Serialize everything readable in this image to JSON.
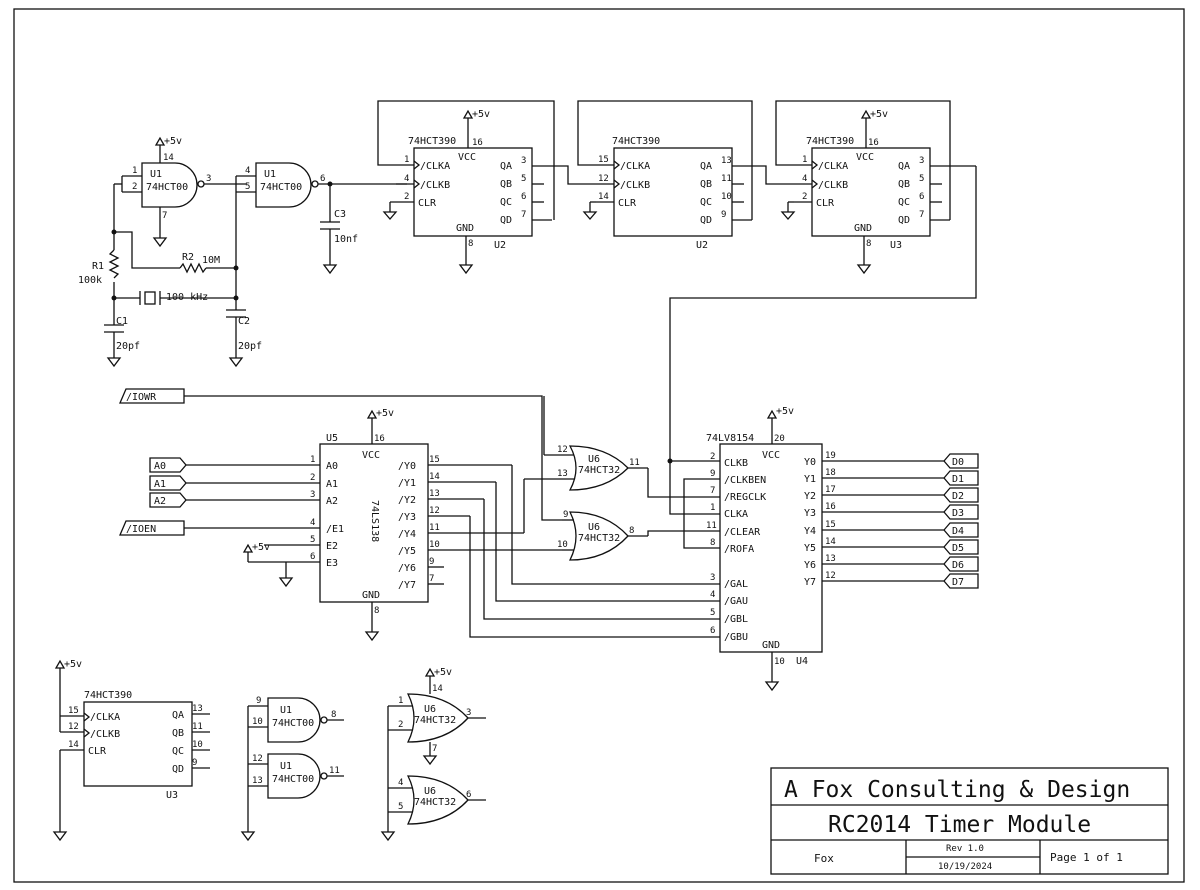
{
  "title_block": {
    "company": "A Fox Consulting & Design",
    "title": "RC2014 Timer Module",
    "author": "Fox",
    "rev": "Rev 1.0",
    "date": "10/19/2024",
    "page": "Page 1 of 1"
  },
  "power": {
    "vcc": "+5v"
  },
  "components": {
    "u1": {
      "ref": "U1",
      "part": "74HCT00"
    },
    "u2": {
      "ref": "U2",
      "part": "74HCT390"
    },
    "u3": {
      "ref": "U3",
      "part": "74HCT390"
    },
    "u4": {
      "ref": "U4",
      "part": "74LV8154"
    },
    "u5": {
      "ref": "U5",
      "part": "74LS138"
    },
    "u6": {
      "ref": "U6",
      "part": "74HCT32"
    },
    "r1": {
      "ref": "R1",
      "value": "100k"
    },
    "r2": {
      "ref": "R2",
      "value": "10M"
    },
    "c1": {
      "ref": "C1",
      "value": "20pf"
    },
    "c2": {
      "ref": "C2",
      "value": "20pf"
    },
    "c3": {
      "ref": "C3",
      "value": "10nf"
    },
    "x1": {
      "value": "100 kHz"
    }
  },
  "pins": {
    "p390": {
      "clka": "/CLKA",
      "clkb": "/CLKB",
      "clr": "CLR",
      "vcc": "VCC",
      "gnd": "GND",
      "qa": "QA",
      "qb": "QB",
      "qc": "QC",
      "qd": "QD"
    },
    "p138": {
      "a0": "A0",
      "a1": "A1",
      "a2": "A2",
      "e1": "/E1",
      "e2": "E2",
      "e3": "E3",
      "vcc": "VCC",
      "gnd": "GND",
      "y0": "/Y0",
      "y1": "/Y1",
      "y2": "/Y2",
      "y3": "/Y3",
      "y4": "/Y4",
      "y5": "/Y5",
      "y6": "/Y6",
      "y7": "/Y7"
    },
    "p8154": {
      "clkb": "CLKB",
      "clkben": "/CLKBEN",
      "regclk": "/REGCLK",
      "clka": "CLKA",
      "clear": "/CLEAR",
      "rofa": "/ROFA",
      "gal": "/GAL",
      "gau": "/GAU",
      "gbl": "/GBL",
      "gbu": "/GBU",
      "vcc": "VCC",
      "gnd": "GND",
      "y0": "Y0",
      "y1": "Y1",
      "y2": "Y2",
      "y3": "Y3",
      "y4": "Y4",
      "y5": "Y5",
      "y6": "Y6",
      "y7": "Y7"
    }
  },
  "pin_numbers": {
    "n1": "1",
    "n2": "2",
    "n3": "3",
    "n4": "4",
    "n5": "5",
    "n6": "6",
    "n7": "7",
    "n8": "8",
    "n9": "9",
    "n10": "10",
    "n11": "11",
    "n12": "12",
    "n13": "13",
    "n14": "14",
    "n15": "15",
    "n16": "16",
    "n17": "17",
    "n18": "18",
    "n19": "19",
    "n20": "20"
  },
  "signals": {
    "iowr": "/IOWR",
    "ioen": "/IOEN",
    "a0": "A0",
    "a1": "A1",
    "a2": "A2",
    "d0": "D0",
    "d1": "D1",
    "d2": "D2",
    "d3": "D3",
    "d4": "D4",
    "d5": "D5",
    "d6": "D6",
    "d7": "D7"
  }
}
